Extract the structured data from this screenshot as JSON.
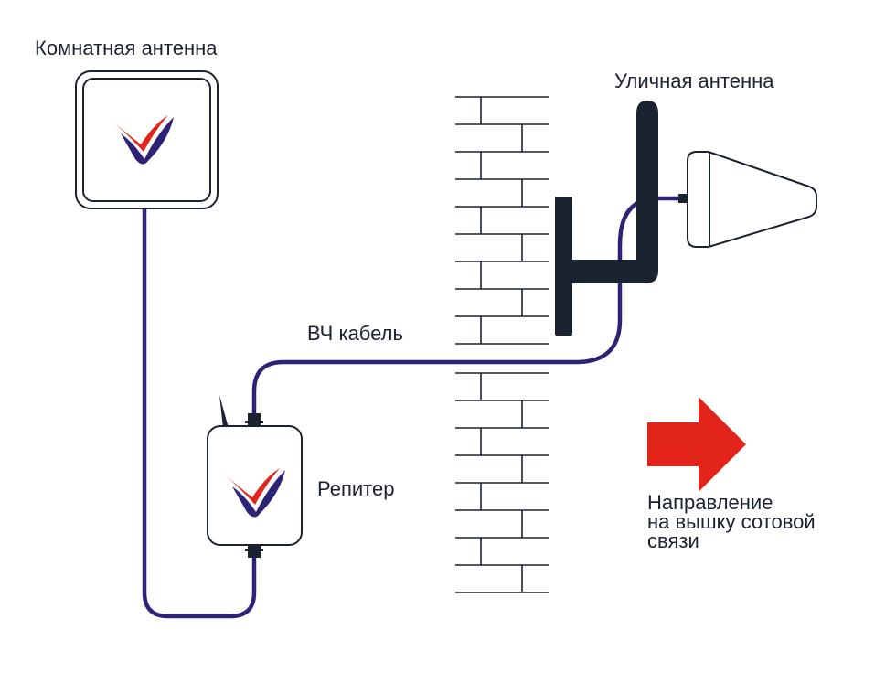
{
  "labels": {
    "indoor_antenna": "Комнатная антенна",
    "outdoor_antenna": "Уличная антенна",
    "rf_cable": "ВЧ кабель",
    "repeater": "Репитер",
    "direction": [
      "Направление",
      "на вышку сотовой",
      "связи"
    ]
  },
  "colors": {
    "cable": "#2d2376",
    "mast": "#1b2330",
    "arrow": "#e3241b",
    "logo_red": "#e3241b",
    "logo_blue": "#2d2376",
    "text": "#1b2330"
  },
  "icons": {
    "logo": "check-logo-icon",
    "arrow": "arrow-right-icon"
  }
}
